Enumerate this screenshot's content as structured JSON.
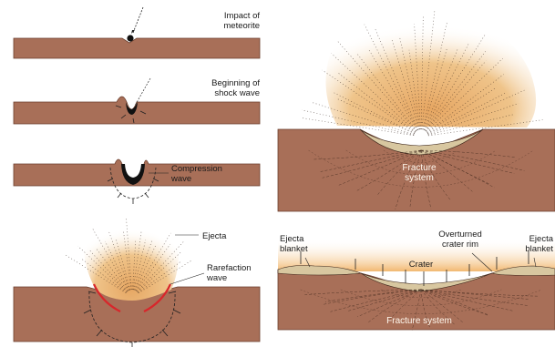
{
  "colors": {
    "ground": "#a86f58",
    "ground_edge": "#6b3f2e",
    "ejecta": "#d89c55",
    "ejecta_light": "#f3cf92",
    "rubble": "#d8c7a0",
    "rarefaction": "#d8262b",
    "fracture": "#3b2419"
  },
  "panels": {
    "impact": {
      "label": "Impact of\nmeteorite"
    },
    "shock": {
      "label": "Beginning of\nshock wave"
    },
    "compression": {
      "label": "Compression\nwave"
    },
    "ejecta_stage": {
      "ejecta_label": "Ejecta",
      "rarefaction_label": "Rarefaction\nwave"
    },
    "excavation": {
      "fracture_label": "Fracture\nsystem"
    },
    "final": {
      "ejecta_blanket_left": "Ejecta\nblanket",
      "overturned_rim": "Overturned\ncrater rim",
      "crater": "Crater",
      "ejecta_blanket_right": "Ejecta\nblanket",
      "fracture_label": "Fracture system"
    }
  }
}
